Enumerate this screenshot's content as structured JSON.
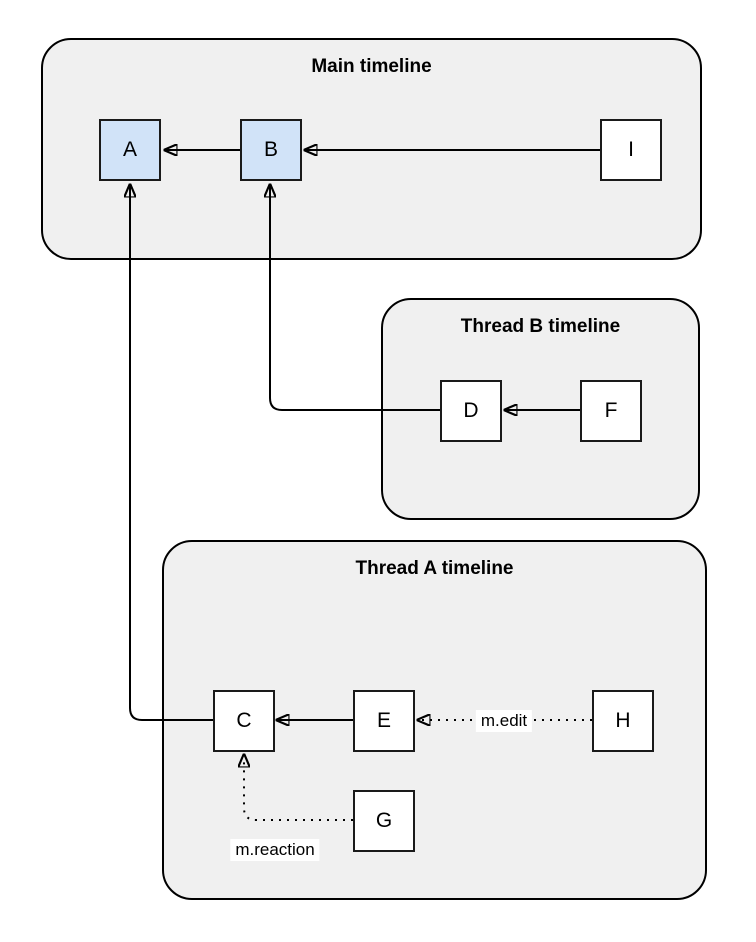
{
  "containers": {
    "main": {
      "title": "Main timeline"
    },
    "thread_b": {
      "title": "Thread B timeline"
    },
    "thread_a": {
      "title": "Thread A timeline"
    }
  },
  "nodes": {
    "a": {
      "label": "A",
      "highlighted": true
    },
    "b": {
      "label": "B",
      "highlighted": true
    },
    "i": {
      "label": "I",
      "highlighted": false
    },
    "d": {
      "label": "D",
      "highlighted": false
    },
    "f": {
      "label": "F",
      "highlighted": false
    },
    "c": {
      "label": "C",
      "highlighted": false
    },
    "e": {
      "label": "E",
      "highlighted": false
    },
    "h": {
      "label": "H",
      "highlighted": false
    },
    "g": {
      "label": "G",
      "highlighted": false
    }
  },
  "edge_labels": {
    "m_edit": "m.edit",
    "m_reaction": "m.reaction"
  },
  "edges": [
    {
      "from": "B",
      "to": "A",
      "style": "solid",
      "label": ""
    },
    {
      "from": "I",
      "to": "B",
      "style": "solid",
      "label": ""
    },
    {
      "from": "D",
      "to": "B",
      "style": "solid",
      "label": ""
    },
    {
      "from": "F",
      "to": "D",
      "style": "solid",
      "label": ""
    },
    {
      "from": "C",
      "to": "A",
      "style": "solid",
      "label": ""
    },
    {
      "from": "E",
      "to": "C",
      "style": "solid",
      "label": ""
    },
    {
      "from": "H",
      "to": "E",
      "style": "dotted",
      "label": "m.edit"
    },
    {
      "from": "G",
      "to": "C",
      "style": "dotted",
      "label": "m.reaction"
    }
  ],
  "colors": {
    "page_bg": "#ffffff",
    "container_fill": "#f0f0f0",
    "container_border": "#000000",
    "node_fill": "#ffffff",
    "node_fill_highlight": "#d1e3f8",
    "node_border": "#1a1a1a",
    "edge_color": "#000000",
    "label_bg": "#ffffff",
    "text_color": "#000000"
  }
}
